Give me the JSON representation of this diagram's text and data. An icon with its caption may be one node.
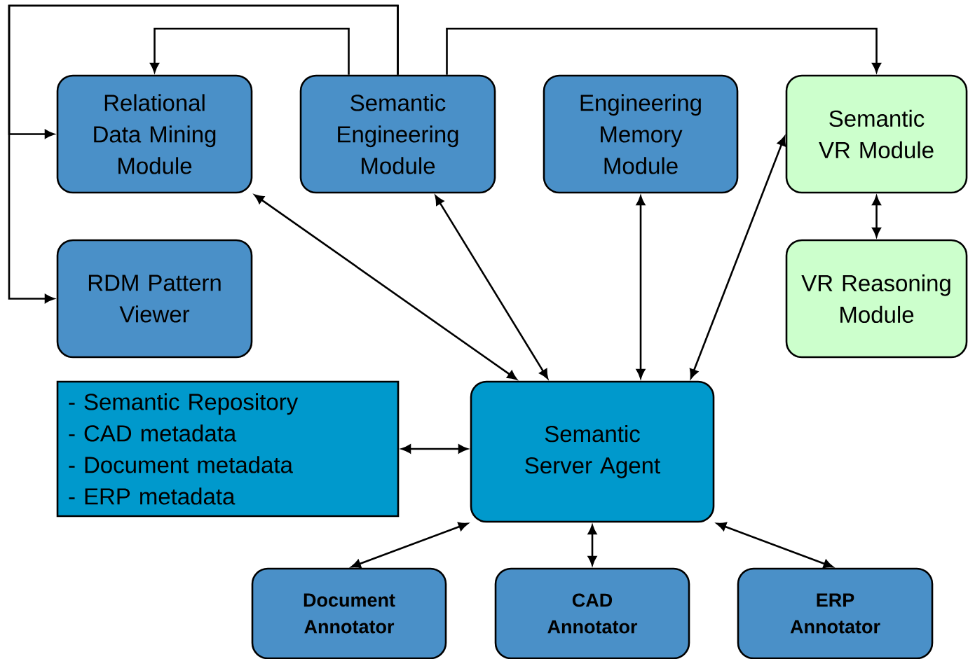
{
  "diagram": {
    "nodes": [
      {
        "text": [
          "Relational Data Mining Module"
        ]
      },
      {
        "text": [
          "Semantic Engineering Module"
        ]
      },
      {
        "text": [
          "Engineering Memory Module"
        ]
      },
      {
        "text": [
          "Semantic VR Module"
        ]
      },
      {
        "text": [
          "RDM Pattern Viewer"
        ]
      },
      {
        "text": [
          "VR Reasoning Module"
        ]
      },
      {
        "text": [
          "- Semantic Repository",
          "- CAD metadata",
          "- Document metadata",
          "- ERP metadata"
        ]
      },
      {
        "text": [
          "Semantic Server Agent"
        ]
      },
      {
        "text": [
          "Document Annotator"
        ]
      },
      {
        "text": [
          "CAD Annotator"
        ]
      },
      {
        "text": [
          "ERP Annotator"
        ]
      }
    ],
    "edges": [
      {
        "from": 1,
        "to": 0,
        "arrow": "to"
      },
      {
        "from": 1,
        "to": 0,
        "arrow": "to"
      },
      {
        "from": 1,
        "to": 4,
        "arrow": "to"
      },
      {
        "from": 1,
        "to": 3,
        "arrow": "to"
      },
      {
        "from": 0,
        "to": 7,
        "arrow": "both"
      },
      {
        "from": 1,
        "to": 7,
        "arrow": "both"
      },
      {
        "from": 2,
        "to": 7,
        "arrow": "both"
      },
      {
        "from": 3,
        "to": 7,
        "arrow": "both"
      },
      {
        "from": 3,
        "to": 5,
        "arrow": "both"
      },
      {
        "from": 6,
        "to": 7,
        "arrow": "both"
      },
      {
        "from": 7,
        "to": 8,
        "arrow": "both"
      },
      {
        "from": 7,
        "to": 9,
        "arrow": "both"
      },
      {
        "from": 7,
        "to": 10,
        "arrow": "both"
      }
    ]
  }
}
